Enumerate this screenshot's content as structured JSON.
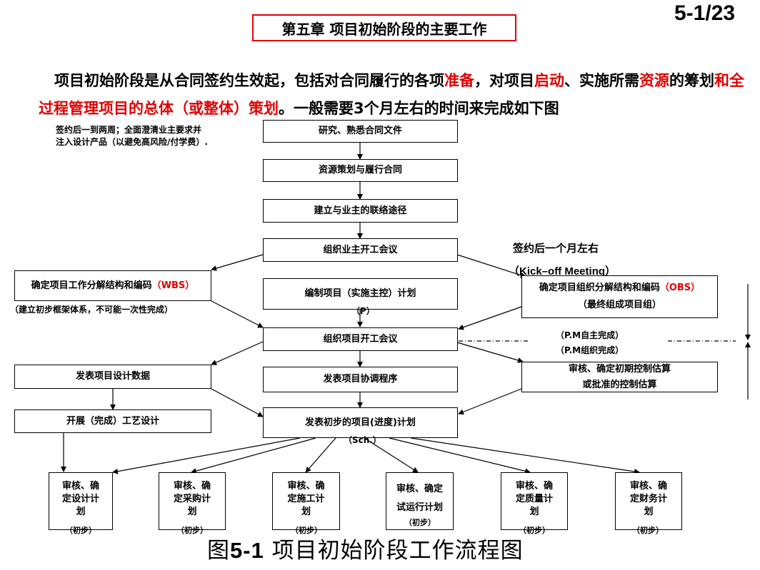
{
  "page_number": "5-1/23",
  "chapter_title": "第五章   项目初始阶段的主要工作",
  "intro": {
    "p1": "项目初始阶段是从合同签约生效起，包括对合同履行的各项",
    "r1": "准备",
    "p2": "，对项目",
    "r2": "启动",
    "p3": "、实施所需",
    "r3": "资源",
    "p4": "的筹划",
    "r4": "和全过程管理项目的总体（或整体）策划",
    "p5": "。一般需要3个月左右的时间来完成如下图"
  },
  "notes": {
    "top_left_line1": "签约后一到两周；全面澄清业主要求并",
    "top_left_line2": "注入设计产品（以避免高风险/付学费）.",
    "one_month": "签约后一个月左右",
    "kickoff": "（Kick–off Meeting）",
    "pm_self": "（P.M自主完成）",
    "pm_org": "（P.M组织完成）"
  },
  "boxes": {
    "study": "研究、熟悉合同文件",
    "resource": "资源策划与履行合同",
    "liaison": "建立与业主的联络途径",
    "owner_kickoff": "组织业主开工会议",
    "wbs_text": "确定项目工作分解结构和编码",
    "wbs_code": "（WBS）",
    "wbs_note": "（建立初步框架体系，不可能一次性完成）",
    "plan_text": "编制项目（实施主控）计划",
    "plan_code": "（P）",
    "obs_text": "确定项目组织分解结构和编码",
    "obs_code": "（OBS）",
    "obs_note": "（最终组成项目组）",
    "project_kickoff": "组织项目开工会议",
    "design_data": "发表项目设计数据",
    "coord": "发表项目协调程序",
    "estimate_line1": "审核、确定初期控制估算",
    "estimate_line2": "或批准的控制估算",
    "process_design": "开展（完成）工艺设计",
    "schedule_text": "发表初步的项目(进度)计划",
    "schedule_code": "（Sch.）"
  },
  "bottom_boxes": [
    {
      "line1": "审核、确",
      "line2": "定设计计",
      "line3": "划",
      "tag": "（初步）"
    },
    {
      "line1": "审核、确",
      "line2": "定采购计",
      "line3": "划",
      "tag": "（初步）"
    },
    {
      "line1": "审核、确",
      "line2": "定施工计",
      "line3": "划",
      "tag": "（初步）"
    },
    {
      "line1": "审核、确定",
      "line2": "试运行计划",
      "line3": "",
      "tag": "（初步）"
    },
    {
      "line1": "审核、确",
      "line2": "定质量计",
      "line3": "划",
      "tag": "（初步）"
    },
    {
      "line1": "审核、确",
      "line2": "定财务计",
      "line3": "划",
      "tag": "（初步）"
    }
  ],
  "caption": {
    "prefix": "图",
    "num": "5-1",
    "text": " 项目初始阶段工作流程图"
  },
  "colors": {
    "accent_red": "#e00000",
    "line": "#000000"
  }
}
